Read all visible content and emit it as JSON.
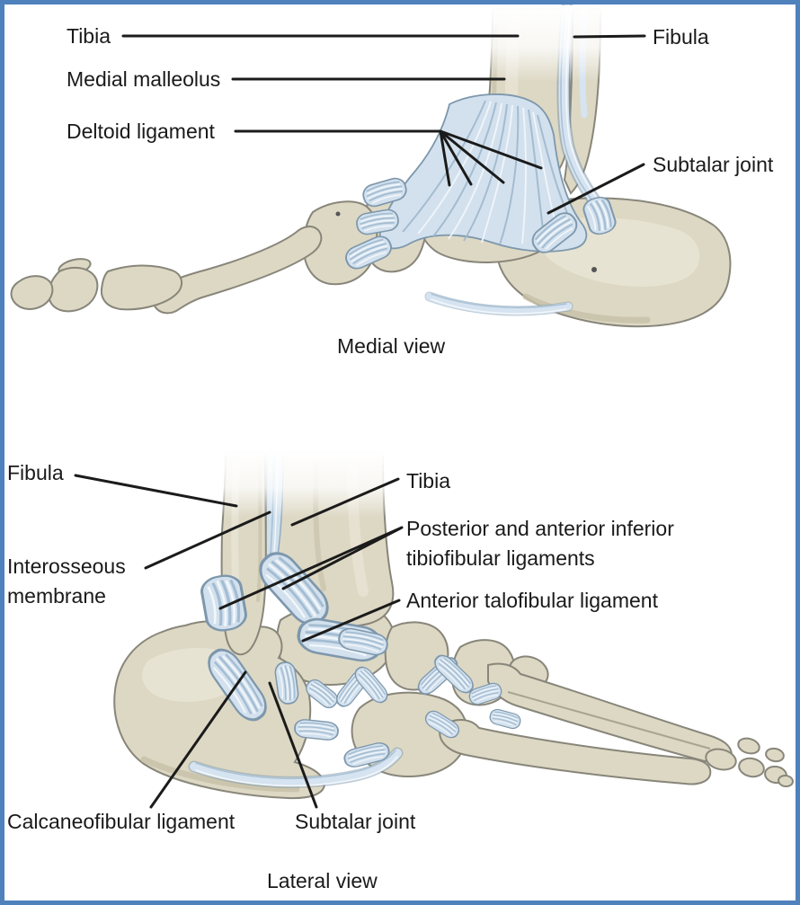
{
  "title": "Ankle joint anatomy diagram",
  "panels": {
    "medial": {
      "caption": "Medial view",
      "labels": {
        "tibia": "Tibia",
        "medial_malleolus": "Medial malleolus",
        "deltoid_ligament": "Deltoid ligament",
        "fibula": "Fibula",
        "subtalar_joint": "Subtalar joint"
      }
    },
    "lateral": {
      "caption": "Lateral view",
      "labels": {
        "fibula": "Fibula",
        "interosseous_membrane": "Interosseous membrane",
        "tibia": "Tibia",
        "tibiofibular_ligaments": "Posterior and anterior inferior tibiofibular ligaments",
        "anterior_talofibular_ligament": "Anterior talofibular ligament",
        "calcaneofibular_ligament": "Calcaneofibular ligament",
        "subtalar_joint": "Subtalar joint"
      }
    }
  },
  "colors": {
    "frame": "#4f81bd",
    "background": "#ffffff",
    "bone": "#ddd8c4",
    "bone_highlight": "#e9e5d5",
    "bone_shadow": "#c7c1a8",
    "bone_outline": "#88867a",
    "ligament": "#d3e1ee",
    "ligament_stripe": "#a3bcd1",
    "ligament_outline": "#7d97ac",
    "leader_line": "#1b1b1b",
    "label_text": "#1a1a1a"
  }
}
